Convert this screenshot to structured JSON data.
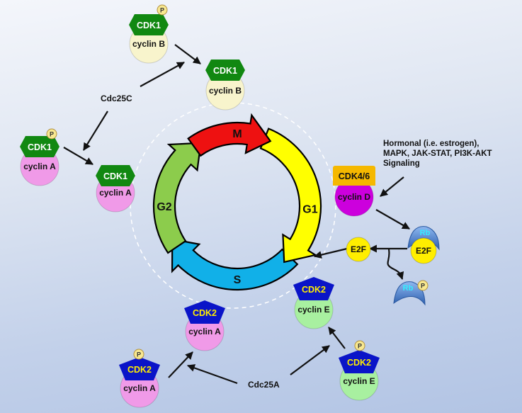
{
  "cycle": {
    "phases": [
      {
        "label": "M",
        "color": "#ee1111"
      },
      {
        "label": "G1",
        "color": "#ffff00"
      },
      {
        "label": "S",
        "color": "#11b0e8"
      },
      {
        "label": "G2",
        "color": "#8ccc4c"
      }
    ]
  },
  "complexes": [
    {
      "kinase": "CDK1",
      "cyclin": "cyclin B",
      "kinase_shape": "hexagon",
      "kinase_color": "#118811",
      "kinase_text_color": "#ffffff",
      "cyclin_color": "#f8f4cc",
      "phosphorylated": true
    },
    {
      "kinase": "CDK1",
      "cyclin": "cyclin B",
      "kinase_shape": "hexagon",
      "kinase_color": "#118811",
      "kinase_text_color": "#ffffff",
      "cyclin_color": "#f8f4cc",
      "phosphorylated": false
    },
    {
      "kinase": "CDK1",
      "cyclin": "cyclin A",
      "kinase_shape": "hexagon",
      "kinase_color": "#118811",
      "kinase_text_color": "#ffffff",
      "cyclin_color": "#f09ae8",
      "phosphorylated": true
    },
    {
      "kinase": "CDK1",
      "cyclin": "cyclin A",
      "kinase_shape": "hexagon",
      "kinase_color": "#118811",
      "kinase_text_color": "#ffffff",
      "cyclin_color": "#f09ae8",
      "phosphorylated": false
    },
    {
      "kinase": "CDK4/6",
      "cyclin": "cyclin D",
      "kinase_shape": "box",
      "kinase_color": "#f5b800",
      "kinase_text_color": "#111111",
      "cyclin_color": "#cc00dd",
      "phosphorylated": false
    },
    {
      "kinase": "CDK2",
      "cyclin": "cyclin E",
      "kinase_shape": "pentagon",
      "kinase_color": "#0a14c8",
      "kinase_text_color": "#ffee00",
      "cyclin_color": "#a8f0a0",
      "phosphorylated": false
    },
    {
      "kinase": "CDK2",
      "cyclin": "cyclin A",
      "kinase_shape": "pentagon",
      "kinase_color": "#0a14c8",
      "kinase_text_color": "#ffee00",
      "cyclin_color": "#f09ae8",
      "phosphorylated": false
    },
    {
      "kinase": "CDK2",
      "cyclin": "cyclin A",
      "kinase_shape": "pentagon",
      "kinase_color": "#0a14c8",
      "kinase_text_color": "#ffee00",
      "cyclin_color": "#f09ae8",
      "phosphorylated": true
    },
    {
      "kinase": "CDK2",
      "cyclin": "cyclin E",
      "kinase_shape": "pentagon",
      "kinase_color": "#0a14c8",
      "kinase_text_color": "#ffee00",
      "cyclin_color": "#a8f0a0",
      "phosphorylated": true
    }
  ],
  "phospho_label": "P",
  "regulators": {
    "cdc25c": "Cdc25C",
    "cdc25a": "Cdc25A"
  },
  "signaling": {
    "line1": "Hormonal (i.e. estrogen),",
    "line2": "MAPK, JAK-STAT, PI3K-AKT",
    "line3": "Signaling"
  },
  "rb": {
    "label": "Rb",
    "e2f_label": "E2F",
    "rb_color": "#3a78c8",
    "e2f_color": "#ffee00"
  }
}
